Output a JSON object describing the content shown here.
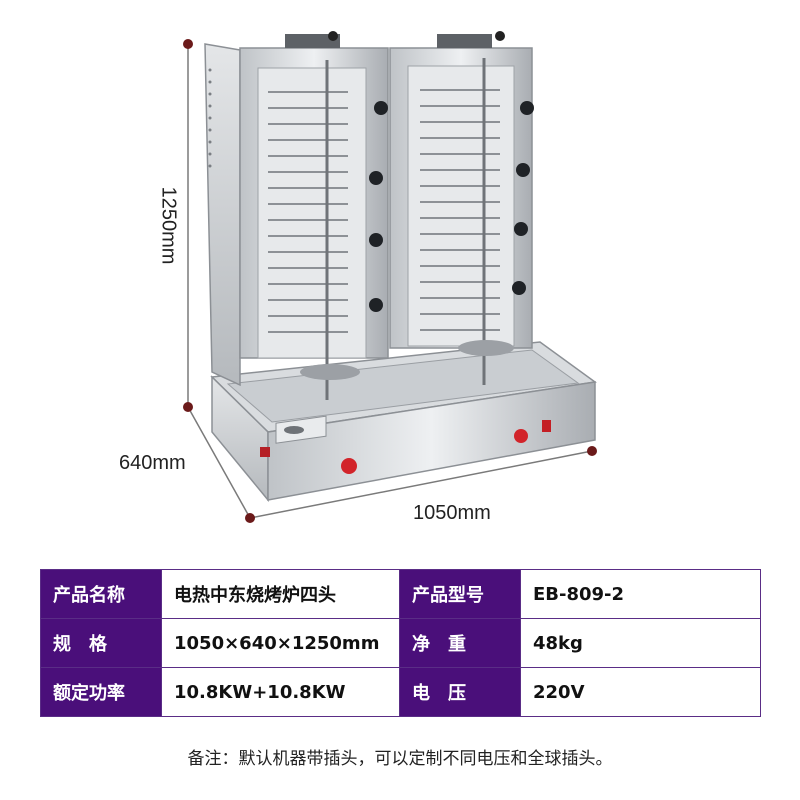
{
  "dimensions": {
    "height": "1250mm",
    "depth": "640mm",
    "width": "1050mm"
  },
  "specs": [
    [
      {
        "label": "产品名称",
        "value": "电热中东烧烤炉四头"
      },
      {
        "label": "产品型号",
        "value": "EB-809-2"
      }
    ],
    [
      {
        "label": "规　格",
        "value": "1050×640×1250mm"
      },
      {
        "label": "净　重",
        "value": "48kg"
      }
    ],
    [
      {
        "label": "额定功率",
        "value": "10.8KW+10.8KW"
      },
      {
        "label": "电　压",
        "value": "220V"
      }
    ]
  ],
  "note": "备注：默认机器带插头，可以定制不同电压和全球插头。",
  "colors": {
    "label_bg": "#4a0f7a",
    "dimension_marker": "#6b1a1a"
  }
}
